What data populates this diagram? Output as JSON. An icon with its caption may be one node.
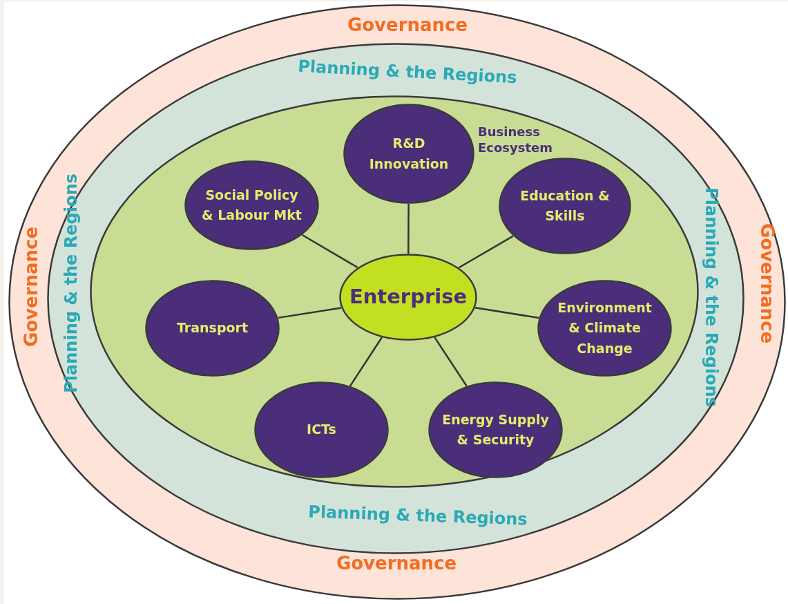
{
  "diagram": {
    "nodes": [
      {
        "text": [
          "Governance",
          "Governance",
          "Governance",
          "Governance"
        ]
      },
      {
        "text": [
          "Planning & the Regions",
          "Planning & the Regions",
          "Planning & the Regions",
          "Planning & the Regions"
        ],
        "in": 0
      },
      {
        "text": [
          "Business Ecosystem"
        ],
        "in": 1
      },
      {
        "text": [
          "R&D Innovation"
        ],
        "in": 2
      },
      {
        "text": [
          "Social Policy & Labour Mkt"
        ],
        "in": 2
      },
      {
        "text": [
          "Education & Skills"
        ],
        "in": 2
      },
      {
        "text": [
          "Enterprise"
        ],
        "in": 2
      },
      {
        "text": [
          "Transport"
        ],
        "in": 2
      },
      {
        "text": [
          "Environment & Climate Change"
        ],
        "in": 2
      },
      {
        "text": [
          "ICTs"
        ],
        "in": 2
      },
      {
        "text": [
          "Energy Supply & Security"
        ],
        "in": 2
      }
    ],
    "edges": [
      {
        "from": 6,
        "to": 3,
        "arrow": "none"
      },
      {
        "from": 6,
        "to": 4,
        "arrow": "none"
      },
      {
        "from": 6,
        "to": 5,
        "arrow": "none"
      },
      {
        "from": 6,
        "to": 7,
        "arrow": "none"
      },
      {
        "from": 6,
        "to": 8,
        "arrow": "none"
      },
      {
        "from": 6,
        "to": 9,
        "arrow": "none"
      },
      {
        "from": 6,
        "to": 10,
        "arrow": "none"
      }
    ]
  }
}
